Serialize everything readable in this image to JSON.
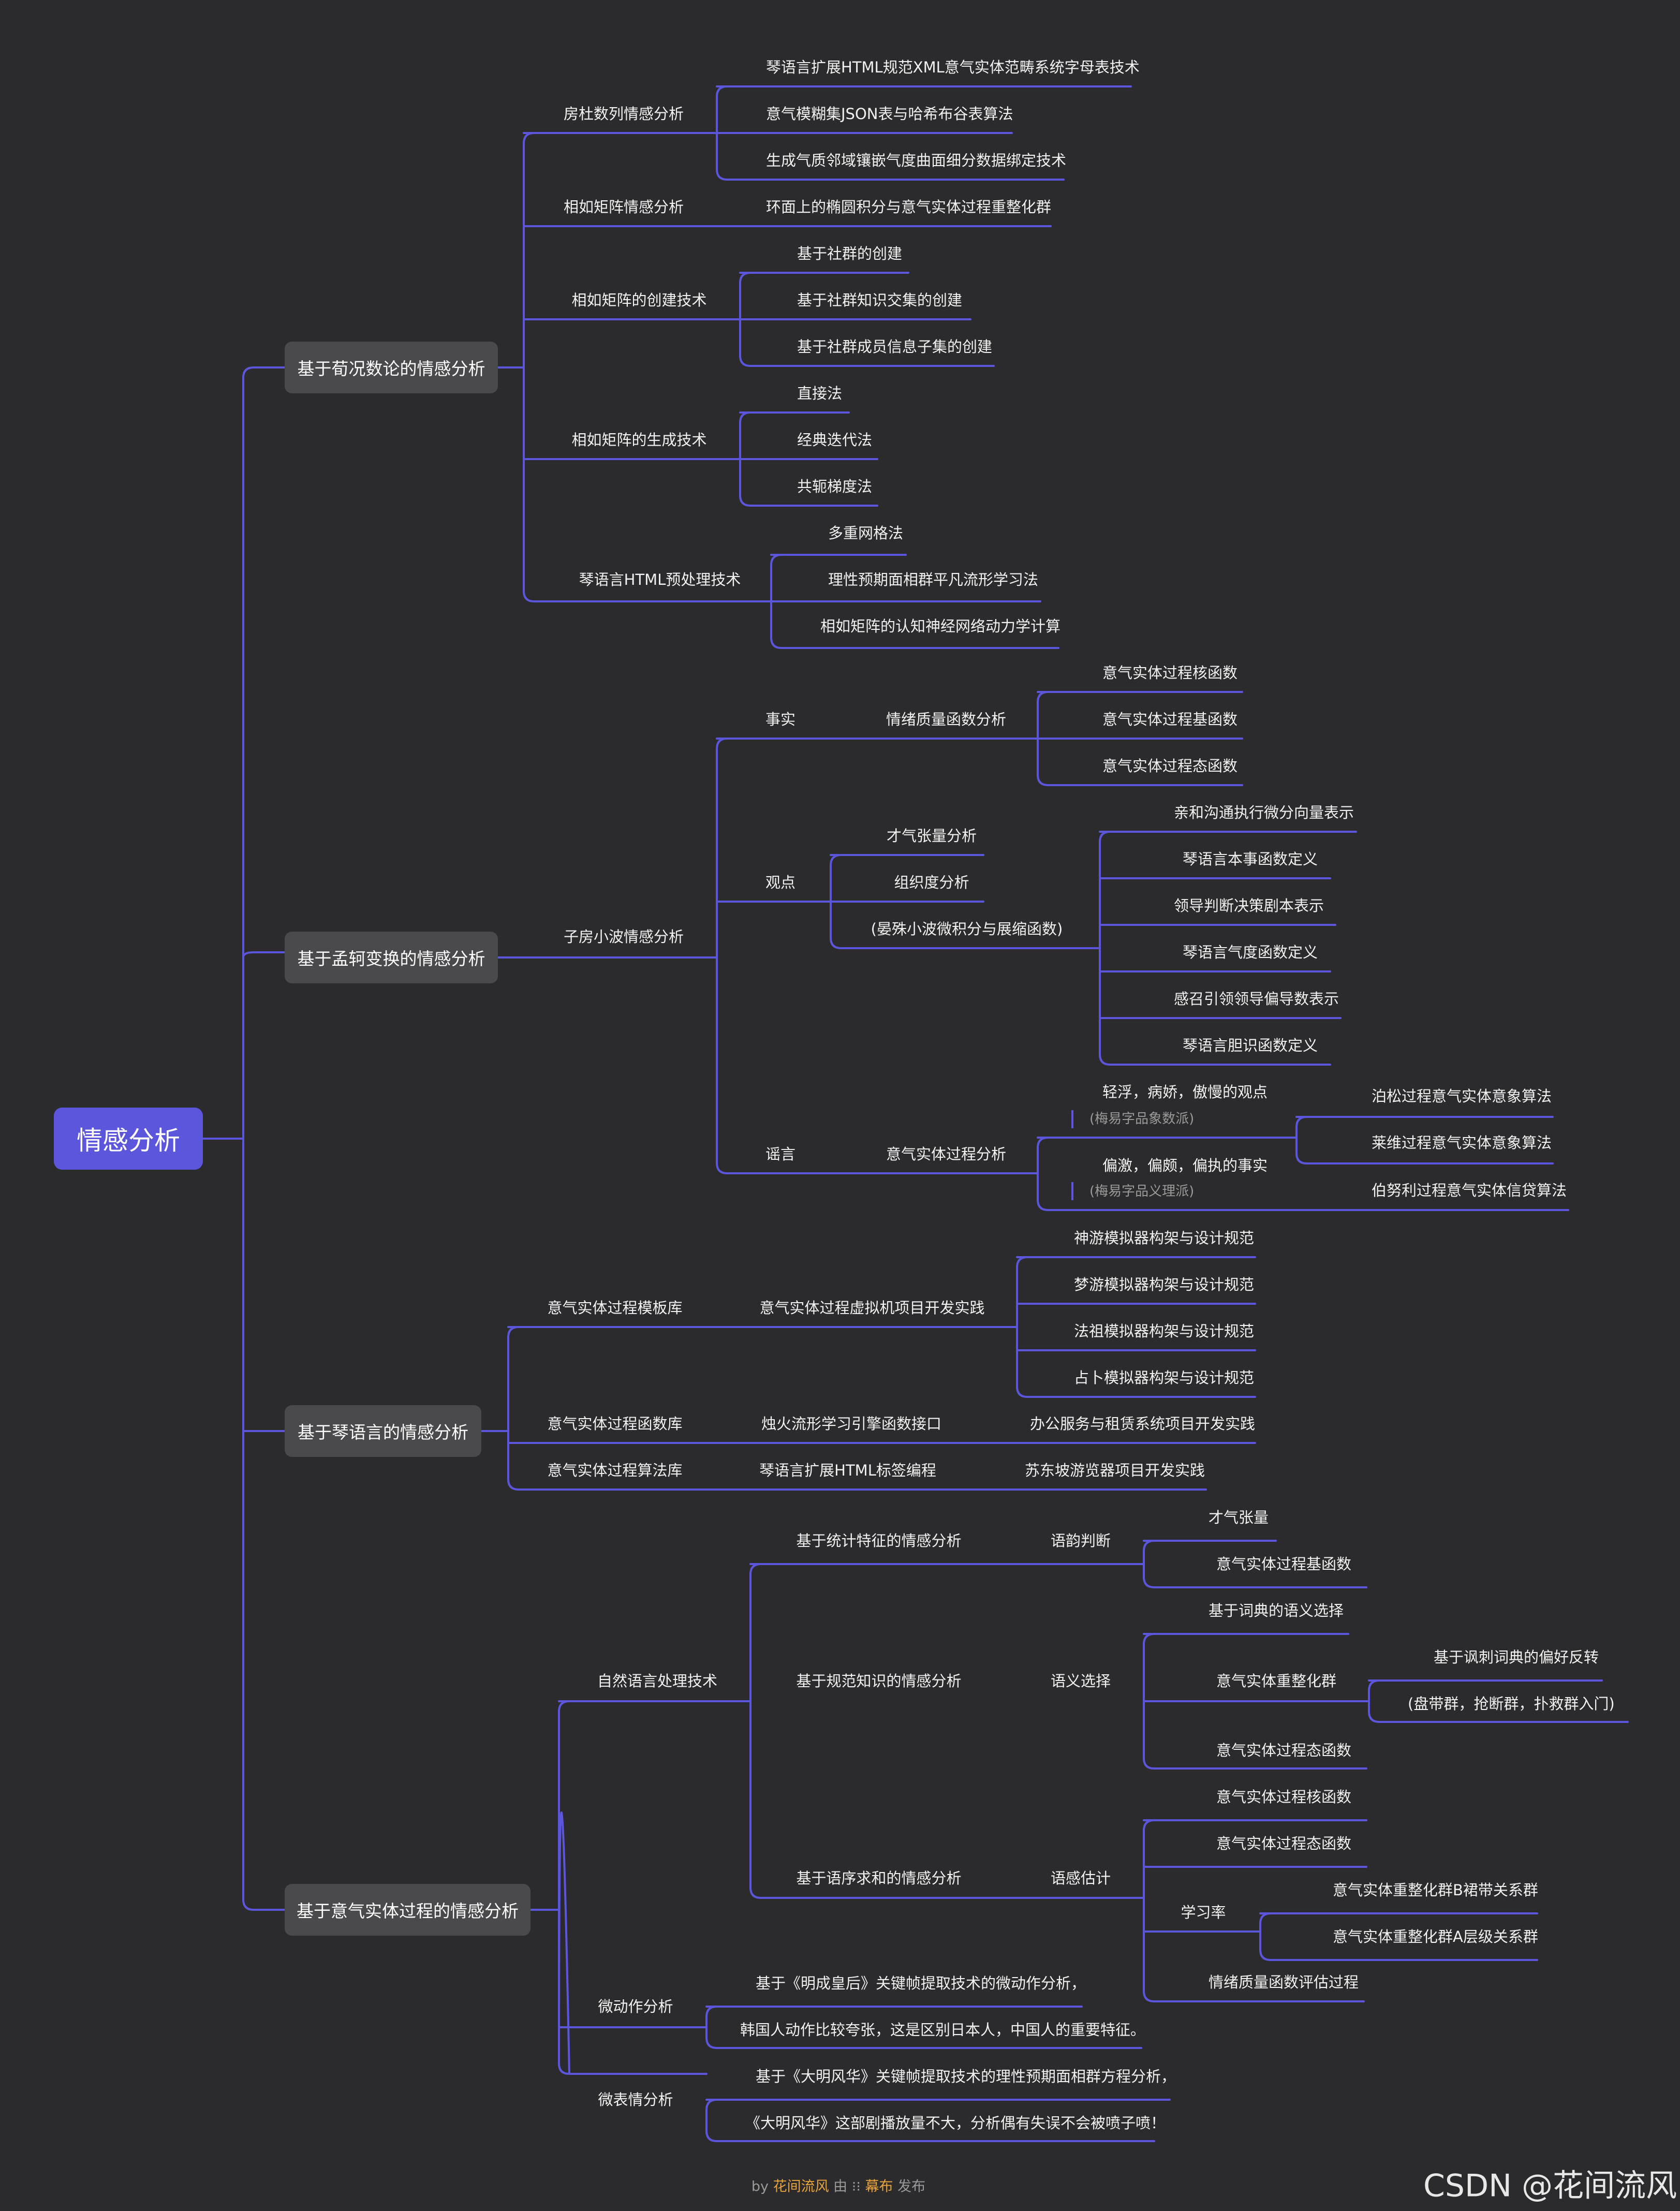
{
  "root": "情感分析",
  "branches": {
    "b1": {
      "label": "基于荀况数论的情感分析",
      "h1": "房杜数列情感分析",
      "h1_items": [
        "琴语言扩展HTML规范XML意气实体范畴系统字母表技术",
        "意气模糊集JSON表与哈希布谷表算法",
        "生成气质邻域镶嵌气度曲面细分数据绑定技术"
      ],
      "h2": "相如矩阵情感分析",
      "h2_item": "环面上的椭圆积分与意气实体过程重整化群",
      "h3": "相如矩阵的创建技术",
      "h3_items": [
        "基于社群的创建",
        "基于社群知识交集的创建",
        "基于社群成员信息子集的创建"
      ],
      "h4": "相如矩阵的生成技术",
      "h4_items": [
        "直接法",
        "经典迭代法",
        "共轭梯度法"
      ],
      "h5": "琴语言HTML预处理技术",
      "h5_items": [
        "多重网格法",
        "理性预期面相群平凡流形学习法",
        "相如矩阵的认知神经网络动力学计算"
      ]
    },
    "b2": {
      "label": "基于孟轲变换的情感分析",
      "sub": "子房小波情感分析",
      "fact": "事实",
      "fact_mid": "情绪质量函数分析",
      "fact_items": [
        "意气实体过程核函数",
        "意气实体过程基函数",
        "意气实体过程态函数"
      ],
      "view": "观点",
      "view_items": [
        "才气张量分析",
        "组织度分析",
        "(晏殊小波微积分与展缩函数)"
      ],
      "view_leaves": [
        "亲和沟通执行微分向量表示",
        "琴语言本事函数定义",
        "领导判断决策剧本表示",
        "琴语言气度函数定义",
        "感召引领领导偏导数表示",
        "琴语言胆识函数定义"
      ],
      "rumor": "谣言",
      "rumor_mid": "意气实体过程分析",
      "rumor_a": "轻浮，病娇，傲慢的观点",
      "rumor_a_sub": "(梅易字品象数派)",
      "rumor_b": "偏激，偏颇，偏执的事实",
      "rumor_b_sub": "(梅易字品义理派)",
      "rumor_leaves": [
        "泊松过程意气实体意象算法",
        "莱维过程意气实体意象算法",
        "伯努利过程意气实体信贷算法"
      ]
    },
    "b3": {
      "label": "基于琴语言的情感分析",
      "r1": "意气实体过程模板库",
      "r1_mid": "意气实体过程虚拟机项目开发实践",
      "r1_items": [
        "神游模拟器构架与设计规范",
        "梦游模拟器构架与设计规范",
        "法祖模拟器构架与设计规范",
        "占卜模拟器构架与设计规范"
      ],
      "r2": "意气实体过程函数库",
      "r2_mid": "烛火流形学习引擎函数接口",
      "r2_end": "办公服务与租赁系统项目开发实践",
      "r3": "意气实体过程算法库",
      "r3_mid": "琴语言扩展HTML标签编程",
      "r3_end": "苏东坡游览器项目开发实践"
    },
    "b4": {
      "label": "基于意气实体过程的情感分析",
      "nlp": "自然语言处理技术",
      "s1": "基于统计特征的情感分析",
      "s1_mid": "语韵判断",
      "s1_items": [
        "才气张量",
        "意气实体过程基函数"
      ],
      "s2": "基于规范知识的情感分析",
      "s2_mid": "语义选择",
      "s2_items": [
        "基于词典的语义选择",
        "意气实体重整化群",
        "意气实体过程态函数"
      ],
      "s2_group": [
        "基于讽刺词典的偏好反转",
        "(盘带群，抢断群，扑救群入门)"
      ],
      "s3": "基于语序求和的情感分析",
      "s3_mid": "语感估计",
      "s3_items": [
        "意气实体过程核函数",
        "意气实体过程态函数",
        "学习率",
        "情绪质量函数评估过程"
      ],
      "s3_lr": [
        "意气实体重整化群B裙带关系群",
        "意气实体重整化群A层级关系群"
      ],
      "micro": "微动作分析",
      "micro_items": [
        "基于《明成皇后》关键帧提取技术的微动作分析，",
        "韩国人动作比较夸张，这是区别日本人，中国人的重要特征。"
      ],
      "expr": "微表情分析",
      "expr_items": [
        "基于《大明风华》关键帧提取技术的理性预期面相群方程分析，",
        "《大明风华》这部剧播放量不大，分析偶有失误不会被喷子喷！"
      ]
    }
  },
  "footer": {
    "by": "by",
    "author": "花间流风",
    "via": "由",
    "tool": "幕布",
    "publish": "发布"
  },
  "watermark": "CSDN @花间流风",
  "colors": {
    "background": "#2b2b2d",
    "line": "#5b56dc",
    "root": "#5b56dc",
    "box": "#4a4a4d",
    "text": "#f2f2f2",
    "accent": "#e8a33c"
  }
}
